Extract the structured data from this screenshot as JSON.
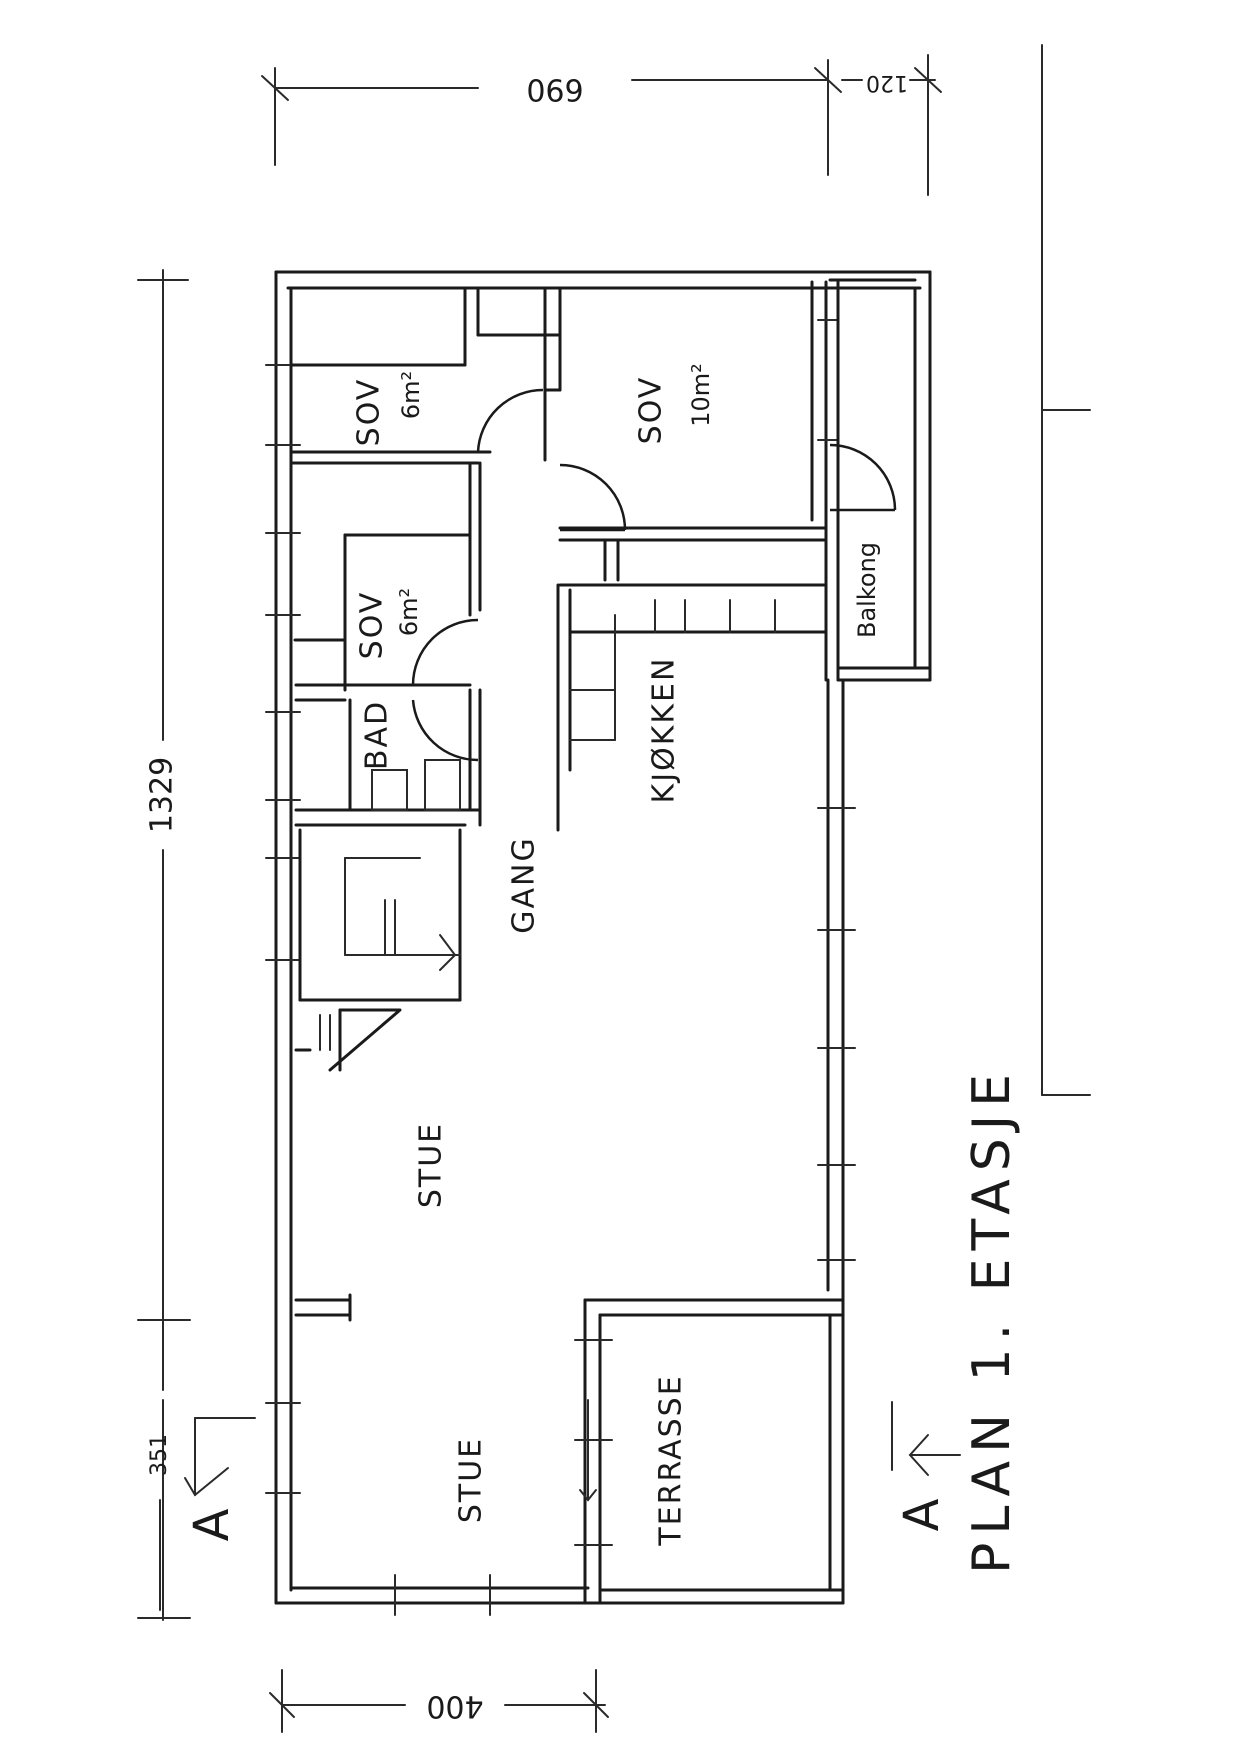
{
  "title": "PLAN 1. ETASJE",
  "section_marker": "A",
  "rooms": {
    "sov_small_top": {
      "label": "SOV",
      "area": "6m²"
    },
    "sov_large": {
      "label": "SOV",
      "area": "10m²"
    },
    "sov_small_mid": {
      "label": "SOV",
      "area": "6m²"
    },
    "bad": "BAD",
    "kitchen": "KJØKKEN",
    "gang": "GANG",
    "balcony": "Balkong",
    "stue_1": "STUE",
    "stue_2": "STUE",
    "terrace": "TERRASSE"
  },
  "dimensions": {
    "top_main": "690",
    "top_small": "120",
    "left_total": "1329",
    "left_part": "351",
    "bottom": "400"
  }
}
